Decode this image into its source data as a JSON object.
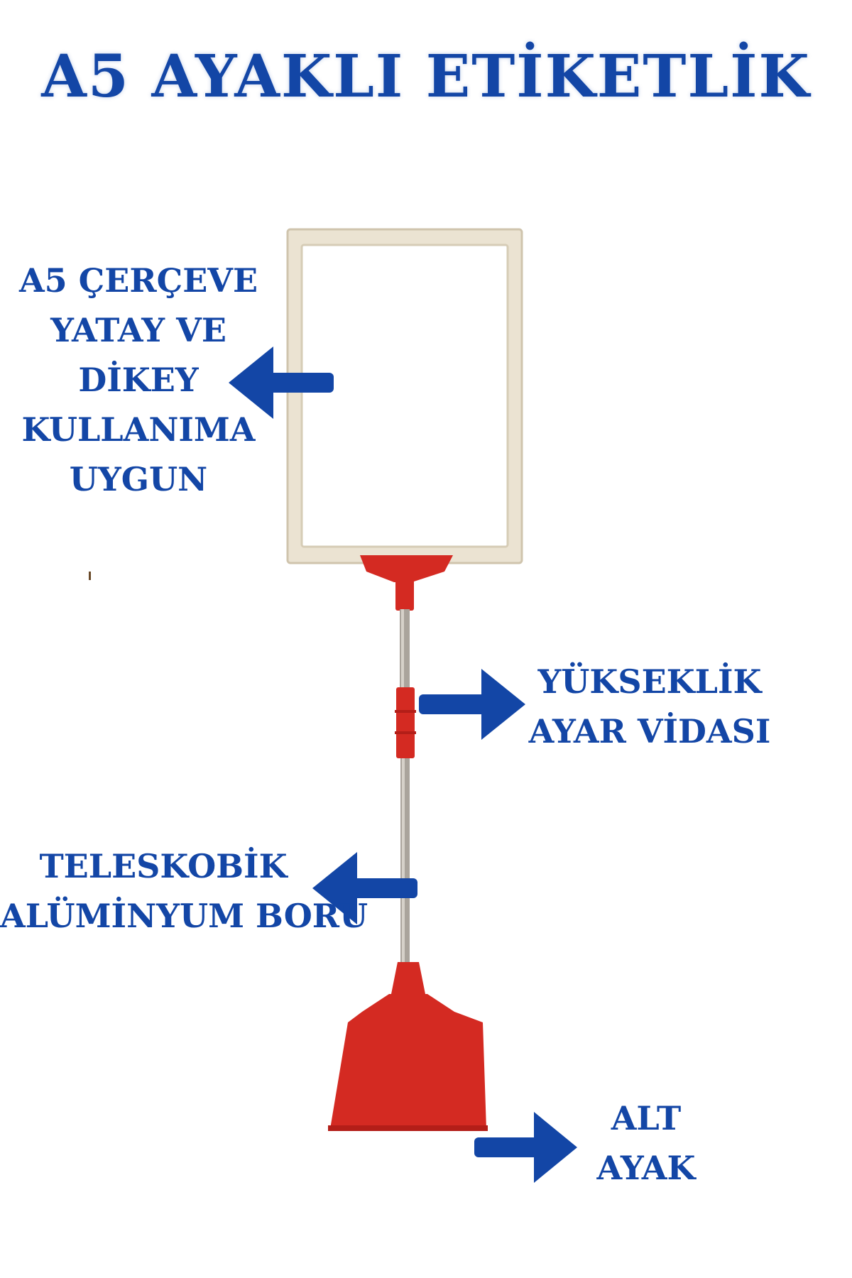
{
  "title": "A5 AYAKLI ETİKETLİK",
  "labels": {
    "frame": [
      "A5 ÇERÇEVE",
      "YATAY VE",
      "DİKEY",
      "KULLANIMA",
      "UYGUN"
    ],
    "height_screw": [
      "YÜKSEKLİK",
      "AYAR VİDASI"
    ],
    "pipe": [
      "TELESKOBİK",
      "ALÜMİNYUM BORU"
    ],
    "foot": [
      "ALT",
      "AYAK"
    ]
  },
  "colors": {
    "text": "#1346a6",
    "arrow": "#1346a6",
    "frame": "#e8e0cf",
    "stand_red": "#d42a22",
    "pole": "#a8a39b"
  },
  "icons": {
    "arrows": [
      "arrow-left-icon",
      "arrow-right-icon",
      "arrow-left-icon",
      "arrow-right-icon"
    ]
  }
}
